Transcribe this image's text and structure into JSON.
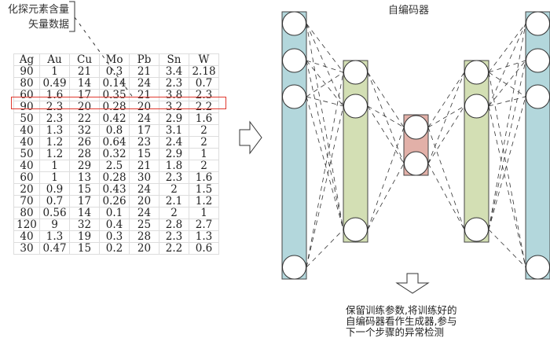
{
  "input_label": [
    "化探元素含量",
    "矢量数据"
  ],
  "table": {
    "headers": [
      "Ag",
      "Au",
      "Cu",
      "Mo",
      "Pb",
      "Sn",
      "W"
    ],
    "rows": [
      [
        "90",
        "1",
        "21",
        "0.3",
        "21",
        "3.4",
        "2.18"
      ],
      [
        "80",
        "0.49",
        "14",
        "0.14",
        "24",
        "2.3",
        "0.7"
      ],
      [
        "60",
        "1.6",
        "17",
        "0.35",
        "21",
        "3.8",
        "2.3"
      ],
      [
        "90",
        "2.3",
        "20",
        "0.28",
        "20",
        "3.2",
        "2.2"
      ],
      [
        "50",
        "2.3",
        "22",
        "0.42",
        "24",
        "2.9",
        "1.6"
      ],
      [
        "40",
        "1.3",
        "32",
        "0.8",
        "17",
        "3.1",
        "2"
      ],
      [
        "40",
        "1.2",
        "26",
        "0.64",
        "23",
        "2.4",
        "2"
      ],
      [
        "50",
        "1.2",
        "28",
        "0.32",
        "15",
        "2.9",
        "1"
      ],
      [
        "40",
        "1",
        "29",
        "2.5",
        "21",
        "1.8",
        "2"
      ],
      [
        "60",
        "1",
        "13",
        "0.28",
        "30",
        "2.3",
        "1.6"
      ],
      [
        "20",
        "0.9",
        "15",
        "0.43",
        "24",
        "2",
        "1.5"
      ],
      [
        "70",
        "0.7",
        "17",
        "0.26",
        "20",
        "2.1",
        "1.2"
      ],
      [
        "80",
        "0.56",
        "14",
        "0.1",
        "24",
        "2",
        "1"
      ],
      [
        "120",
        "9",
        "32",
        "0.4",
        "25",
        "2.8",
        "2.7"
      ],
      [
        "40",
        "1.3",
        "19",
        "0.3",
        "28",
        "2.3",
        "1.3"
      ],
      [
        "30",
        "0.47",
        "15",
        "0.2",
        "20",
        "2.2",
        "0.6"
      ]
    ],
    "highlighted_row": 3
  },
  "autoencoder_title": "自编码器",
  "note": [
    "保留训练参数,将训练好的",
    "自编码器看作生成器,参与",
    "下一个步骤的异常检测"
  ],
  "colors": {
    "outer": "#b3d7dc",
    "hidden": "#d3dfb4",
    "latent": "#e2b0a8",
    "highlight": "#e0382e"
  }
}
